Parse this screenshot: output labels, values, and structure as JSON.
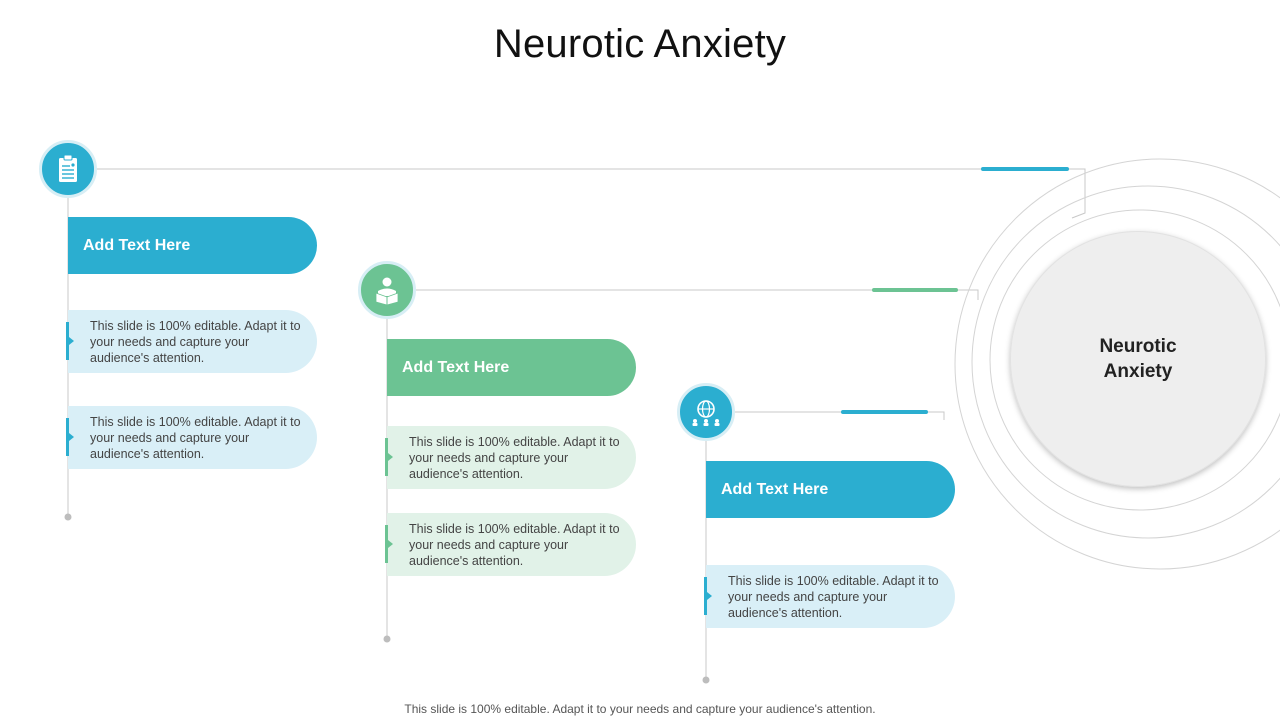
{
  "title": "Neurotic Anxiety",
  "center_label": "Neurotic Anxiety",
  "footer": "This slide is 100% editable. Adapt it to your needs and capture your audience's attention.",
  "colors": {
    "blue": "#2baed0",
    "green": "#6cc393",
    "light_blue": "#d9eff7",
    "light_green": "#e1f2e8",
    "line": "#c8c8c8"
  },
  "items": [
    {
      "icon": "clipboard-icon",
      "heading": "Add Text Here",
      "texts": [
        "This slide is 100% editable. Adapt it to your needs and capture your audience's attention.",
        "This slide is 100% editable. Adapt it to your needs and capture your audience's attention."
      ]
    },
    {
      "icon": "person-reading-icon",
      "heading": "Add Text Here",
      "texts": [
        "This slide is 100% editable. Adapt it to your needs and capture your audience's attention.",
        "This slide is 100% editable. Adapt it to your needs and capture your audience's attention."
      ]
    },
    {
      "icon": "global-network-icon",
      "heading": "Add Text Here",
      "texts": [
        "This slide is 100% editable. Adapt it to your needs and capture your audience's attention."
      ]
    }
  ]
}
